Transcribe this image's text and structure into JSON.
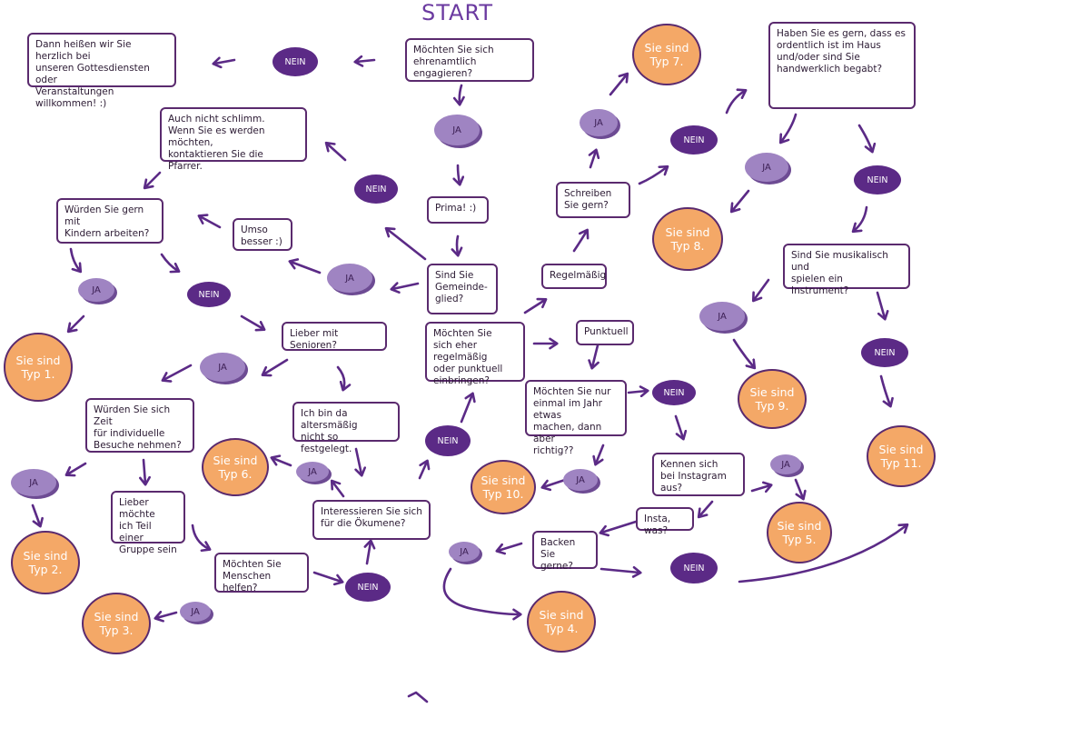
{
  "start_label": "START",
  "questions": [
    {
      "id": "q_ehrenamt",
      "text": "Möchten Sie sich\nehrenamtlich engagieren?"
    },
    {
      "id": "q_willkommen",
      "text": "Dann heißen wir Sie herzlich bei\nunseren Gottesdiensten oder\nVeranstaltungen willkommen! :)"
    },
    {
      "id": "q_nicht_schlimm",
      "text": "Auch nicht schlimm.\nWenn Sie es werden möchten,\nkontaktieren Sie die Pfarrer."
    },
    {
      "id": "q_prima",
      "text": "Prima! :)"
    },
    {
      "id": "q_gemeindeglied",
      "text": "Sind Sie\nGemeinde-\nglied?"
    },
    {
      "id": "q_umso",
      "text": "Umso\nbesser :)"
    },
    {
      "id": "q_kinder",
      "text": "Würden Sie gern mit\nKindern arbeiten?"
    },
    {
      "id": "q_senioren",
      "text": "Lieber mit Senioren?"
    },
    {
      "id": "q_besuche",
      "text": "Würden Sie sich Zeit\nfür individuelle\nBesuche nehmen?"
    },
    {
      "id": "q_gruppe",
      "text": "Lieber möchte\nich Teil einer\nGruppe sein"
    },
    {
      "id": "q_alter",
      "text": "Ich bin da altersmäßig\nnicht so festgelegt."
    },
    {
      "id": "q_oekumene",
      "text": "Interessieren Sie sich\nfür die Ökumene?"
    },
    {
      "id": "q_helfen",
      "text": "Möchten Sie\nMenschen helfen?"
    },
    {
      "id": "q_regelmaessig_punktuell",
      "text": "Möchten Sie\nsich eher regelmäßig\noder punktuell\neinbringen?"
    },
    {
      "id": "q_regelmaessig",
      "text": "Regelmäßig"
    },
    {
      "id": "q_punktuell",
      "text": "Punktuell"
    },
    {
      "id": "q_schreiben",
      "text": "Schreiben\nSie gern?"
    },
    {
      "id": "q_haus",
      "text": "Haben Sie es gern, dass es\nordentlich ist im Haus\nund/oder sind Sie\nhandwerklich begabt?"
    },
    {
      "id": "q_musik",
      "text": "Sind Sie musikalisch und\nspielen ein Instrument?"
    },
    {
      "id": "q_einmal_jahr",
      "text": "Möchten Sie nur\neinmal im Jahr etwas\nmachen, dann aber\nrichtig??"
    },
    {
      "id": "q_instagram",
      "text": "Kennen sich\nbei Instagram\naus?"
    },
    {
      "id": "q_insta_was",
      "text": "Insta, was?"
    },
    {
      "id": "q_backen",
      "text": "Backen Sie\ngerne?"
    }
  ],
  "ja_label": "JA",
  "nein_label": "NEIN",
  "types": [
    {
      "id": "typ1",
      "text": "Sie sind\nTyp 1."
    },
    {
      "id": "typ2",
      "text": "Sie sind\nTyp 2."
    },
    {
      "id": "typ3",
      "text": "Sie sind\nTyp 3."
    },
    {
      "id": "typ4",
      "text": "Sie sind\nTyp 4."
    },
    {
      "id": "typ5",
      "text": "Sie sind\nTyp 5."
    },
    {
      "id": "typ6",
      "text": "Sie sind\nTyp 6."
    },
    {
      "id": "typ7",
      "text": "Sie sind\nTyp 7."
    },
    {
      "id": "typ8",
      "text": "Sie sind\nTyp 8."
    },
    {
      "id": "typ9",
      "text": "Sie sind\nTyp 9."
    },
    {
      "id": "typ10",
      "text": "Sie sind\nTyp 10."
    },
    {
      "id": "typ11",
      "text": "Sie sind\nTyp 11."
    }
  ],
  "colors": {
    "outline": "#5a2a6e",
    "ja_fill": "#9f84c2",
    "nein_fill": "#5b2a86",
    "type_fill": "#f4a867",
    "start_text": "#6b3aa0"
  }
}
